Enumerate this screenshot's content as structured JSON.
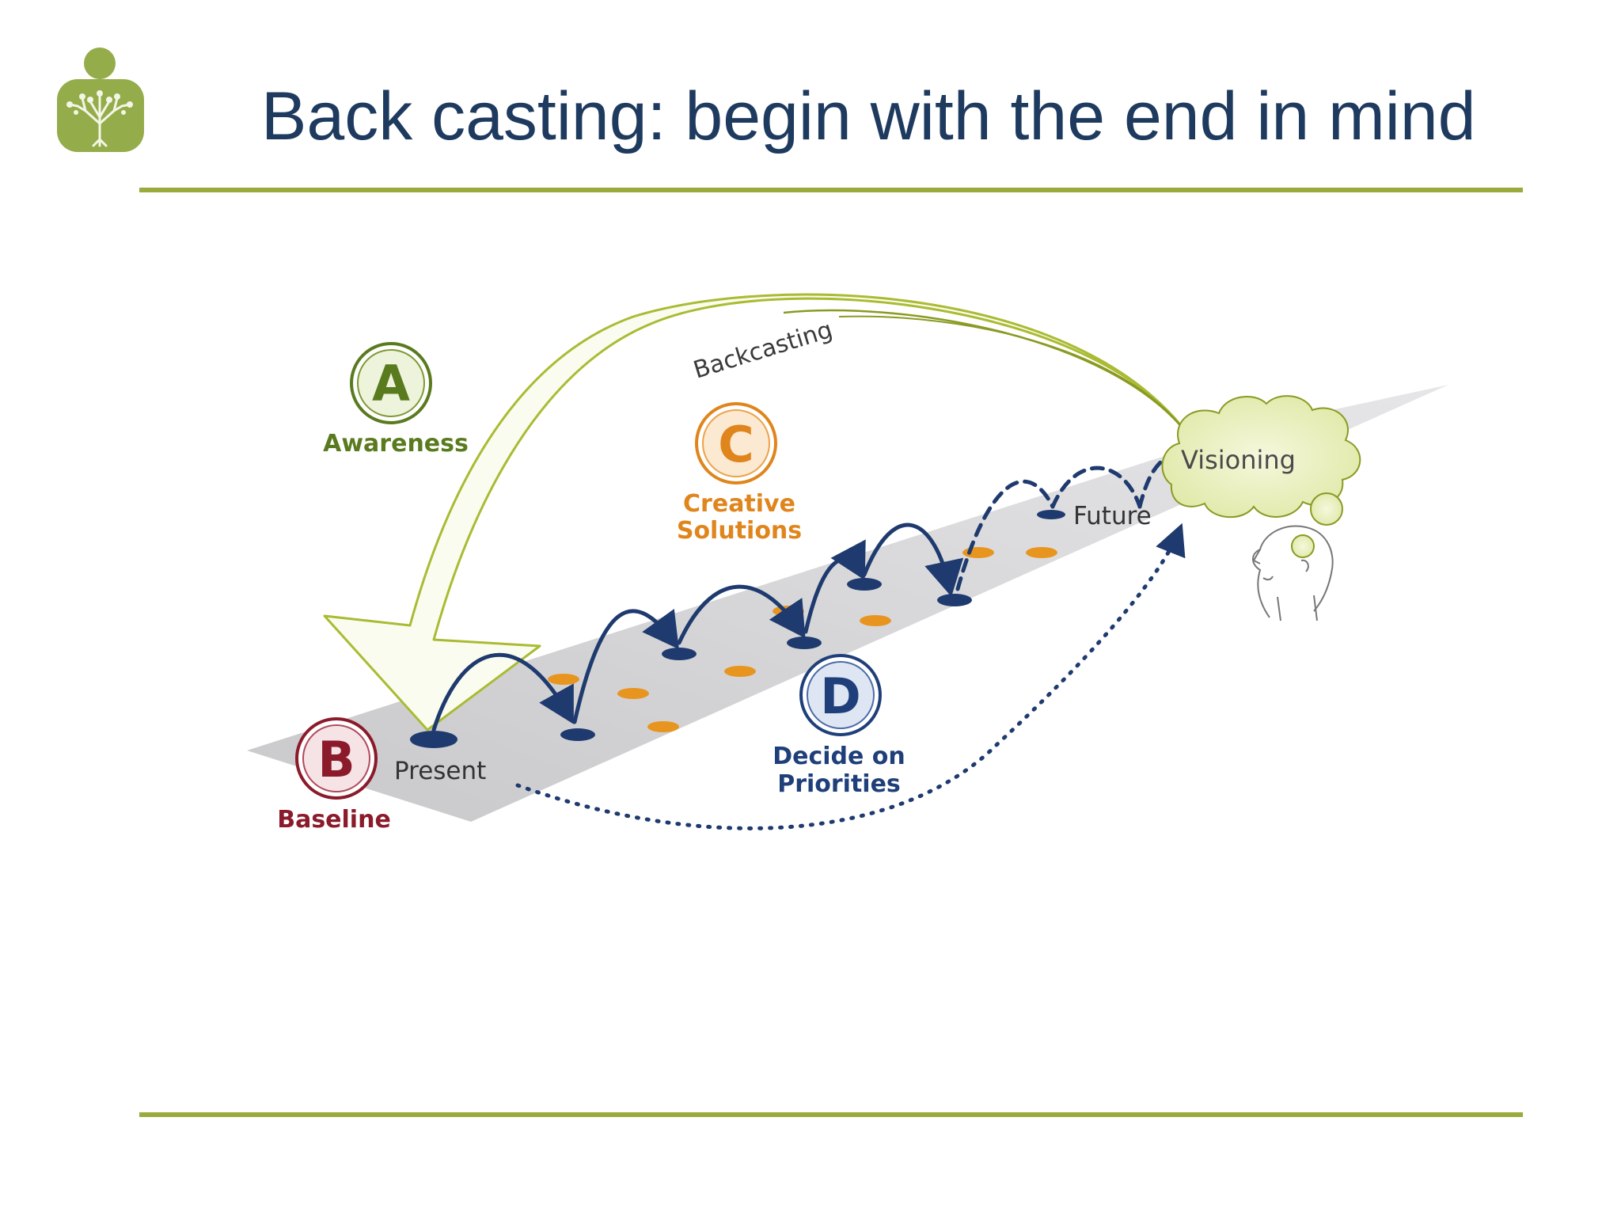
{
  "slide": {
    "title": "Back casting: begin with the end in mind"
  },
  "colors": {
    "title_text": "#1e3a5f",
    "rule_line": "#9aab3c",
    "logo_green": "#95ac4a",
    "awareness_green": "#5a7a1e",
    "baseline_red": "#8b1a2b",
    "creative_orange": "#e0851c",
    "priorities_blue": "#1f3f7a",
    "step_navy": "#1e3a6e",
    "path_gray": "#cfcfd1",
    "cloud_fill": "#e8efb8",
    "backcast_arrow_green": "#aabb33"
  },
  "icons": {
    "logo": "person-with-tree-logo-icon",
    "thinking_head": "thinking-head-icon"
  },
  "diagram": {
    "backcasting_label": "Backcasting",
    "visioning_label": "Visioning",
    "present_label": "Present",
    "future_label": "Future",
    "steps": {
      "a": {
        "letter": "A",
        "label": "Awareness"
      },
      "b": {
        "letter": "B",
        "label": "Baseline"
      },
      "c": {
        "letter": "C",
        "label_line1": "Creative",
        "label_line2": "Solutions"
      },
      "d": {
        "letter": "D",
        "label_line1": "Decide on",
        "label_line2": "Priorities"
      }
    }
  }
}
